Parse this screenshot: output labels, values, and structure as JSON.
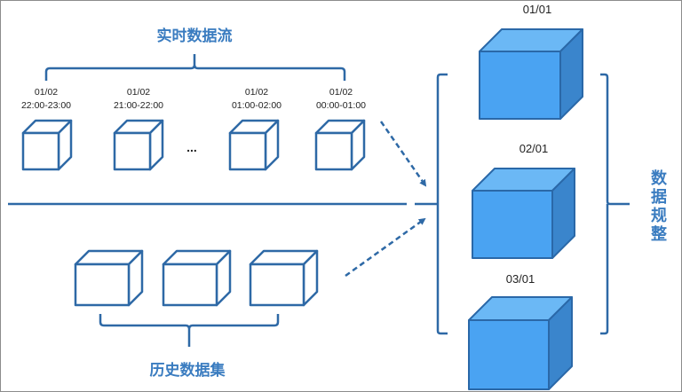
{
  "colors": {
    "line": "#2e69a6",
    "outline_cube_stroke": "#2e69a6",
    "solid_front": "#4aa3f2",
    "solid_top": "#6bb8f5",
    "solid_side": "#3a85cc",
    "solid_stroke": "#2a68a8",
    "title_text": "#3a7cc0"
  },
  "realtime": {
    "title": "实时数据流",
    "ellipsis": "...",
    "items": [
      {
        "date": "01/02",
        "range": "22:00-23:00"
      },
      {
        "date": "01/02",
        "range": "21:00-22:00"
      },
      {
        "date": "01/02",
        "range": "01:00-02:00"
      },
      {
        "date": "01/02",
        "range": "00:00-01:00"
      }
    ]
  },
  "history": {
    "title": "历史数据集",
    "count": 3
  },
  "normalized": {
    "title_chars": [
      "数",
      "据",
      "规",
      "整"
    ],
    "items": [
      {
        "date": "01/01"
      },
      {
        "date": "02/01"
      },
      {
        "date": "03/01"
      }
    ]
  }
}
